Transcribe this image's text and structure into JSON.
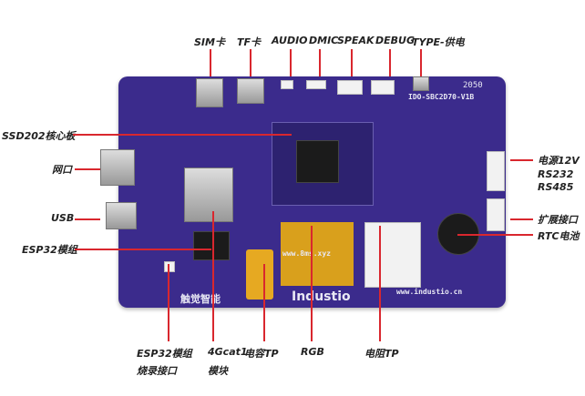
{
  "top_labels": {
    "sim": "SIM卡",
    "tf": "TF卡",
    "audio": "AUDIO",
    "dmic": "DMIC",
    "speak": "SPEAK",
    "debug": "DEBUG",
    "typec": "TYPE-供电"
  },
  "left_labels": {
    "core": "SSD202核心板",
    "ethernet": "网口",
    "usb": "USB",
    "esp32": "ESP32模组"
  },
  "right_labels": {
    "power": "电源12V",
    "rs232": "RS232",
    "rs485": "RS485",
    "expansion": "扩展接口",
    "rtc": "RTC电池"
  },
  "bottom_labels": {
    "esp32_flash_1": "ESP32模组",
    "esp32_flash_2": "烧录接口",
    "cat1_1": "4Gcat1",
    "cat1_2": "模块",
    "ctp": "电容TP",
    "rgb": "RGB",
    "rtp": "电阻TP"
  },
  "board": {
    "model": "IDO-SBC2D70-V1B",
    "code": "2050",
    "url1": "www.8ms.xyz",
    "brand": "Industio",
    "url2": "www.industio.cn",
    "brand_cn": "触觉智能"
  },
  "colors": {
    "board": "#3b2b8c",
    "leader": "#d9272e"
  }
}
